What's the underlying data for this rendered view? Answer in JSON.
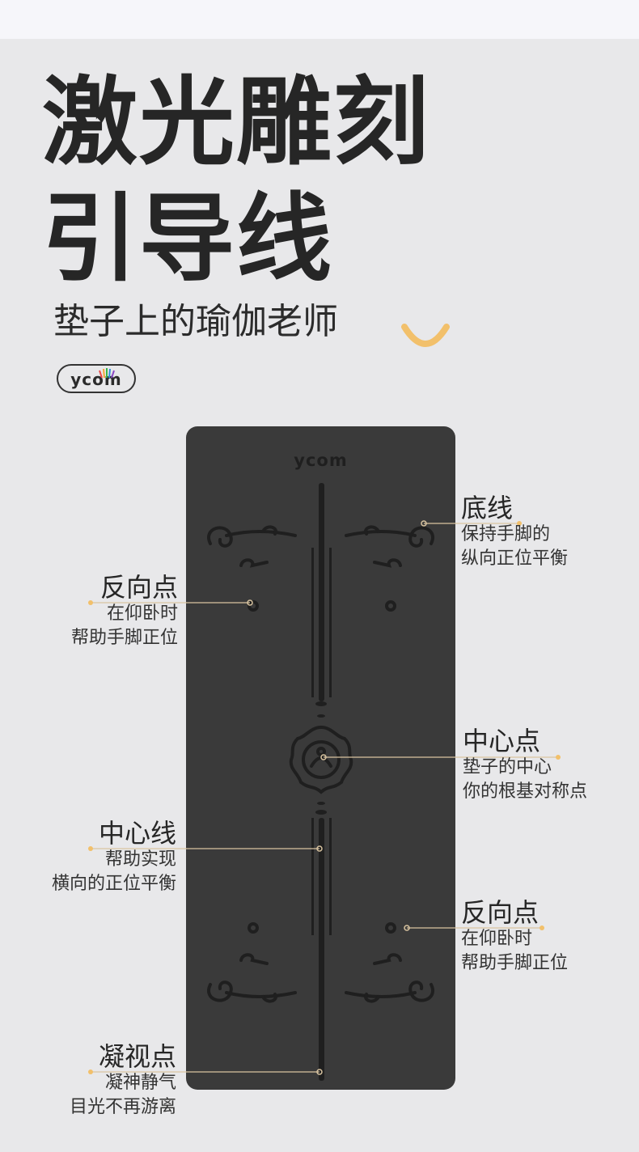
{
  "headline": {
    "line1": "激光雕刻",
    "line2": "引导线"
  },
  "subtitle": "垫子上的瑜伽老师",
  "brand": "ycom",
  "mat": {
    "logo": "ycom"
  },
  "callouts": [
    {
      "title": "底线",
      "desc1": "保持手脚的",
      "desc2": "纵向正位平衡"
    },
    {
      "title": "反向点",
      "desc1": "在仰卧时",
      "desc2": "帮助手脚正位"
    },
    {
      "title": "中心点",
      "desc1": "垫子的中心",
      "desc2": "你的根基对称点"
    },
    {
      "title": "中心线",
      "desc1": "帮助实现",
      "desc2": "横向的正位平衡"
    },
    {
      "title": "反向点",
      "desc1": "在仰卧时",
      "desc2": "帮助手脚正位"
    },
    {
      "title": "凝视点",
      "desc1": "凝神静气",
      "desc2": "目光不再游离"
    }
  ],
  "colors": {
    "background": "#e8e8ea",
    "mat": "#3a3a3a",
    "engraving": "#1f1f1f",
    "accent": "#f2c06b",
    "leader": "#d9c4a0"
  }
}
